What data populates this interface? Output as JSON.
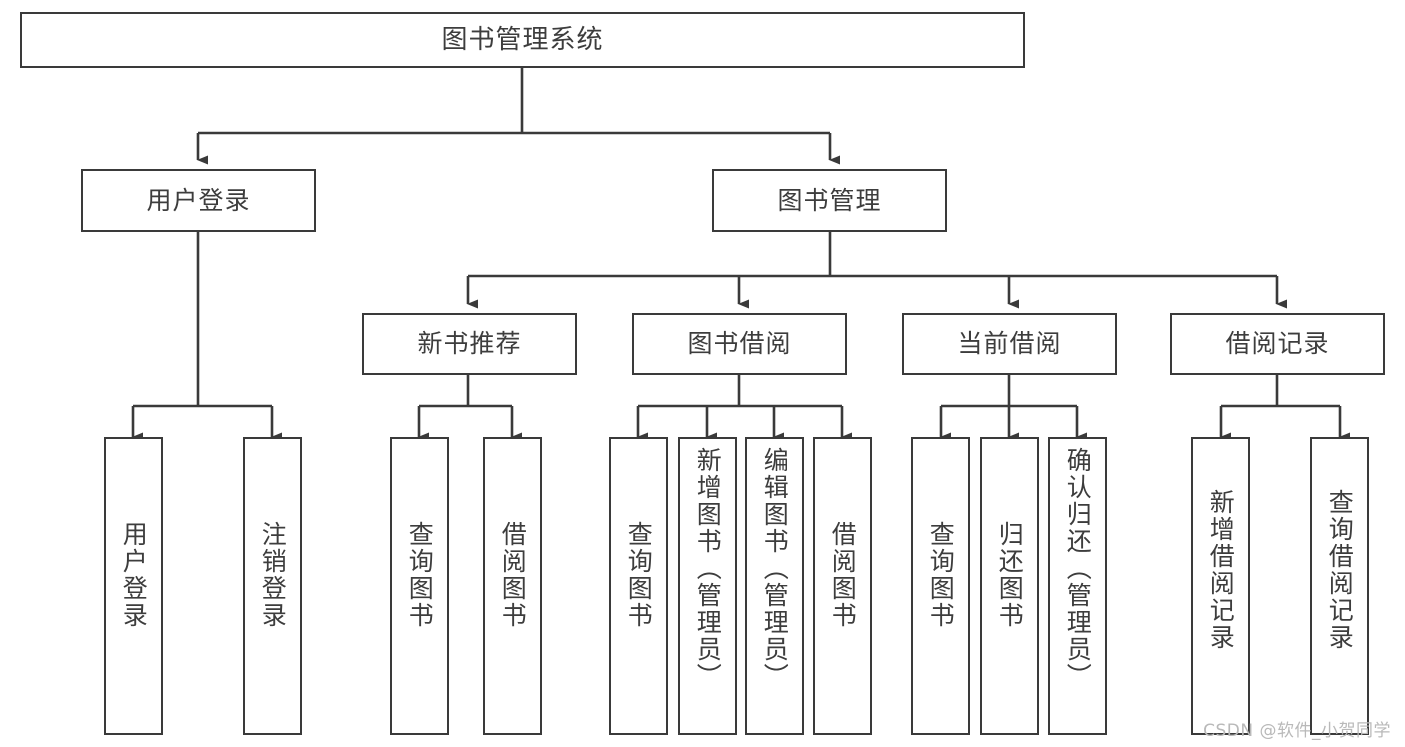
{
  "diagram": {
    "title": "图书管理系统",
    "type": "tree-hierarchy-chart",
    "root": {
      "label": "图书管理系统"
    },
    "level2": [
      {
        "label": "用户登录"
      },
      {
        "label": "图书管理"
      }
    ],
    "level3": [
      {
        "label": "新书推荐"
      },
      {
        "label": "图书借阅"
      },
      {
        "label": "当前借阅"
      },
      {
        "label": "借阅记录"
      }
    ],
    "leaves": {
      "user_login": [
        {
          "label": "用户登录"
        },
        {
          "label": "注销登录"
        }
      ],
      "new_book_recommend": [
        {
          "label": "查询图书"
        },
        {
          "label": "借阅图书"
        }
      ],
      "book_borrow": [
        {
          "label": "查询图书"
        },
        {
          "label": "新增图书（管理员）"
        },
        {
          "label": "编辑图书（管理员）"
        },
        {
          "label": "借阅图书"
        }
      ],
      "current_borrow": [
        {
          "label": "查询图书"
        },
        {
          "label": "归还图书"
        },
        {
          "label": "确认归还（管理员）"
        }
      ],
      "borrow_record": [
        {
          "label": "新增借阅记录"
        },
        {
          "label": "查询借阅记录"
        }
      ]
    }
  },
  "watermark": {
    "text": "CSDN @软件_小贺同学"
  },
  "colors": {
    "border": "#3a3a3a",
    "text": "#3d3d3d",
    "background": "#ffffff",
    "watermark": "#b9b9b9"
  }
}
